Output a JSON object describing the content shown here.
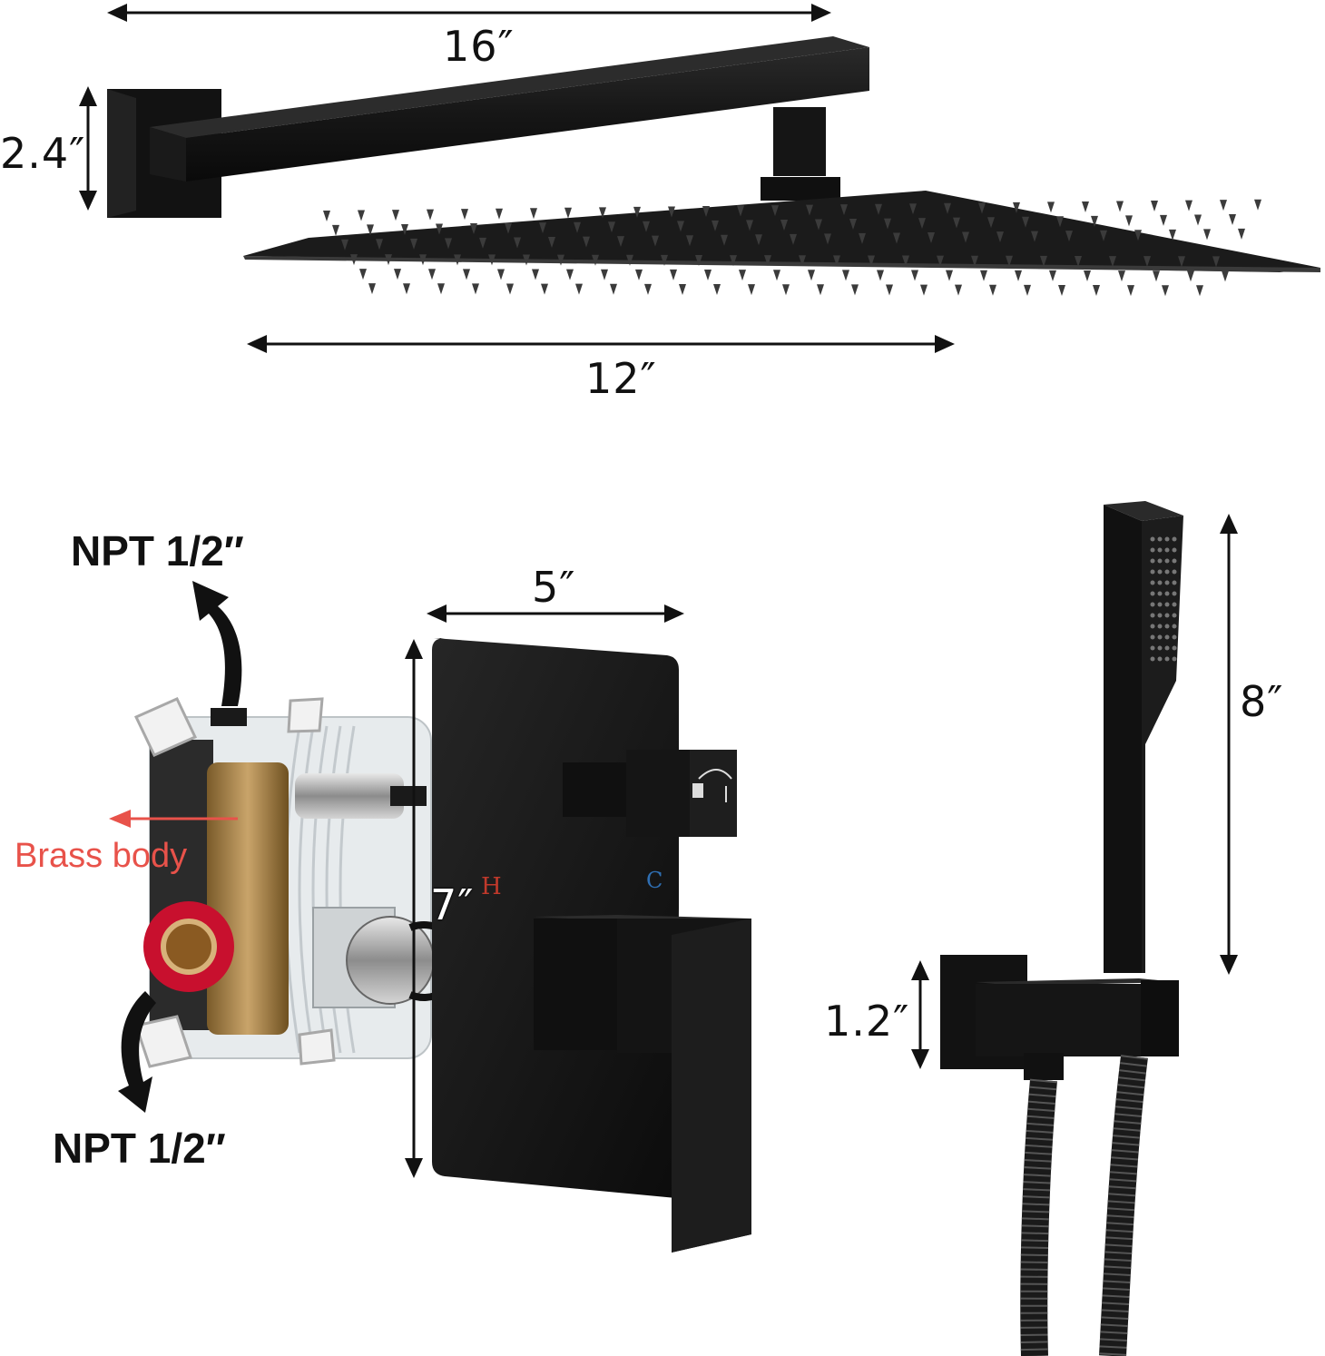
{
  "labels": {
    "arm_length": "16″",
    "flange_height": "2.4″",
    "head_width": "12″",
    "valve_inlet_top": "NPT 1/2″",
    "valve_inlet_bottom": "NPT 1/2″",
    "brass_body": "Brass body",
    "trim_width": "5″",
    "trim_height": "7″",
    "hot_mark": "H",
    "cold_mark": "C",
    "handshower_length": "8″",
    "holder_height": "1.2″"
  },
  "colors": {
    "product_finish": "#161616",
    "arrow": "#111111",
    "brass_label": "#e8524a",
    "hot_mark": "#c0392b",
    "cold_mark": "#2f6fb3",
    "brass": "#b08a4a",
    "red_cap": "#c8102e"
  },
  "icons": {
    "diverter_symbol": "shower-head-and-handshower-icon"
  }
}
